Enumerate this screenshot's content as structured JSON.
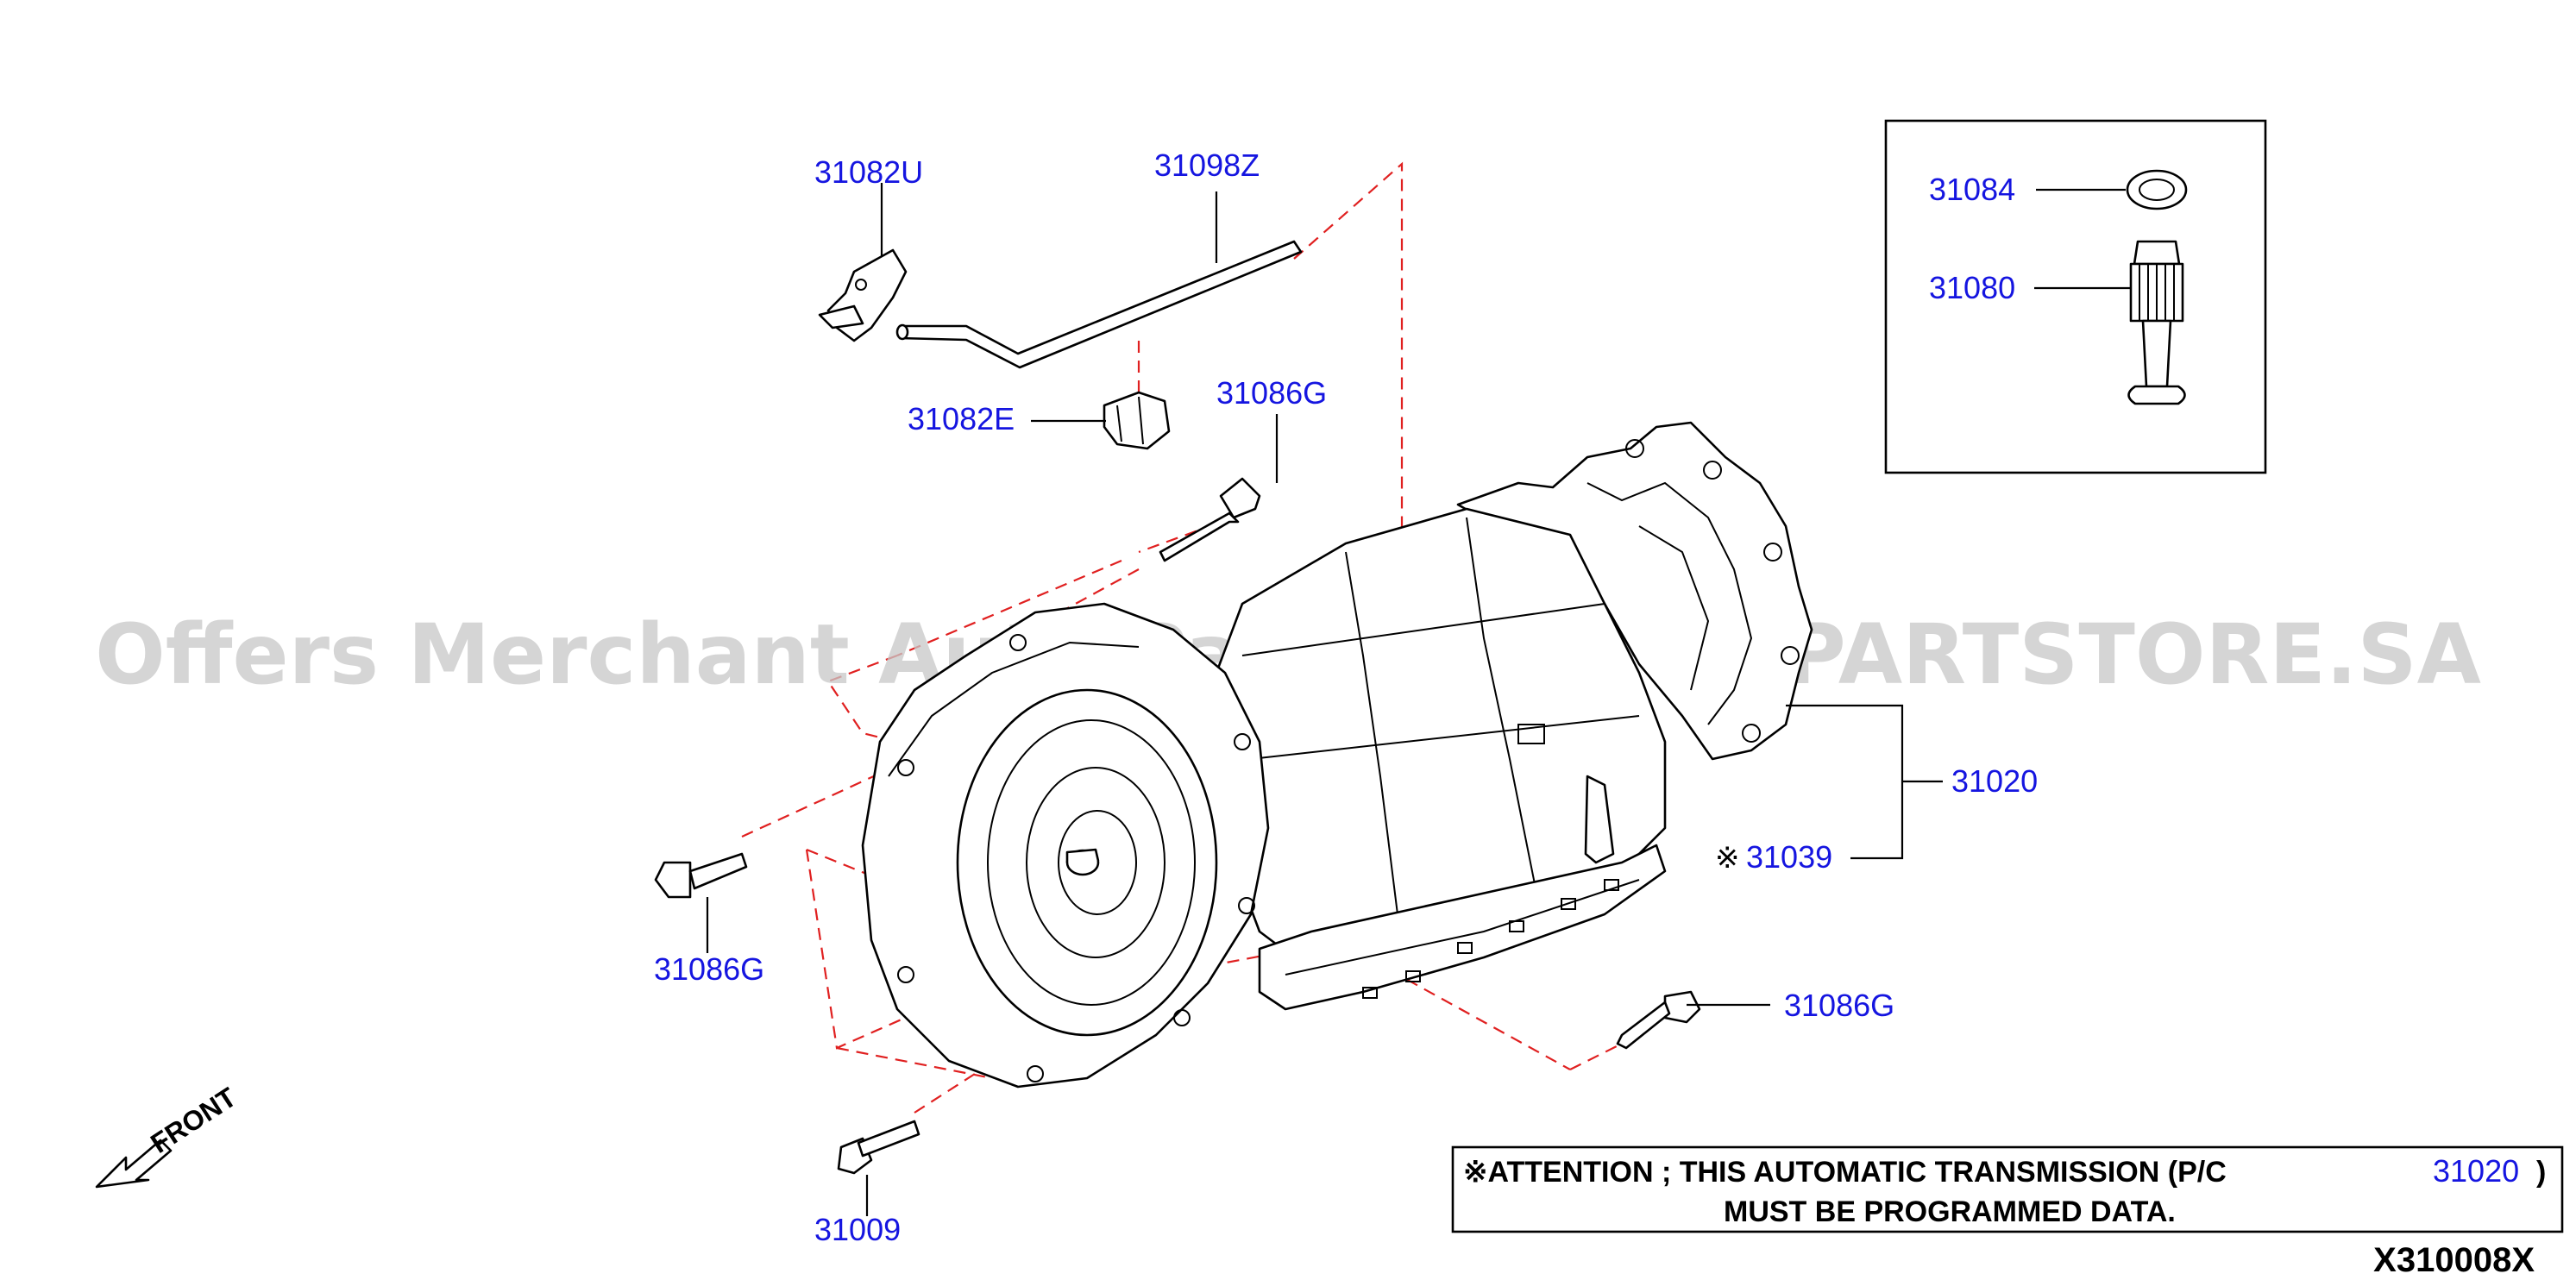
{
  "labels": {
    "p31082U": "31082U",
    "p31098Z": "31098Z",
    "p31082E": "31082E",
    "p31086G_top": "31086G",
    "p31086G_left": "31086G",
    "p31086G_right": "31086G",
    "p31009": "31009",
    "p31020": "31020",
    "p31039": "31039",
    "p31084": "31084",
    "p31080": "31080"
  },
  "mark_symbol": "※",
  "front_label": "FRONT",
  "watermark": "Offers Merchant Auto Parts Catalog PARTSTORE.SA",
  "attention": {
    "line1_prefix": "※ATTENTION ; THIS AUTOMATIC TRANSMISSION (P/C",
    "line1_part": "31020",
    "line1_suffix": ")",
    "line2": "MUST BE PROGRAMMED DATA."
  },
  "diagram_code": "X310008X",
  "colors": {
    "label": "#1515e0",
    "dashed_lines": "#e02020",
    "watermark": "#c8c8c8"
  },
  "icons": {
    "front_arrow": "hollow-arrow-icon"
  }
}
